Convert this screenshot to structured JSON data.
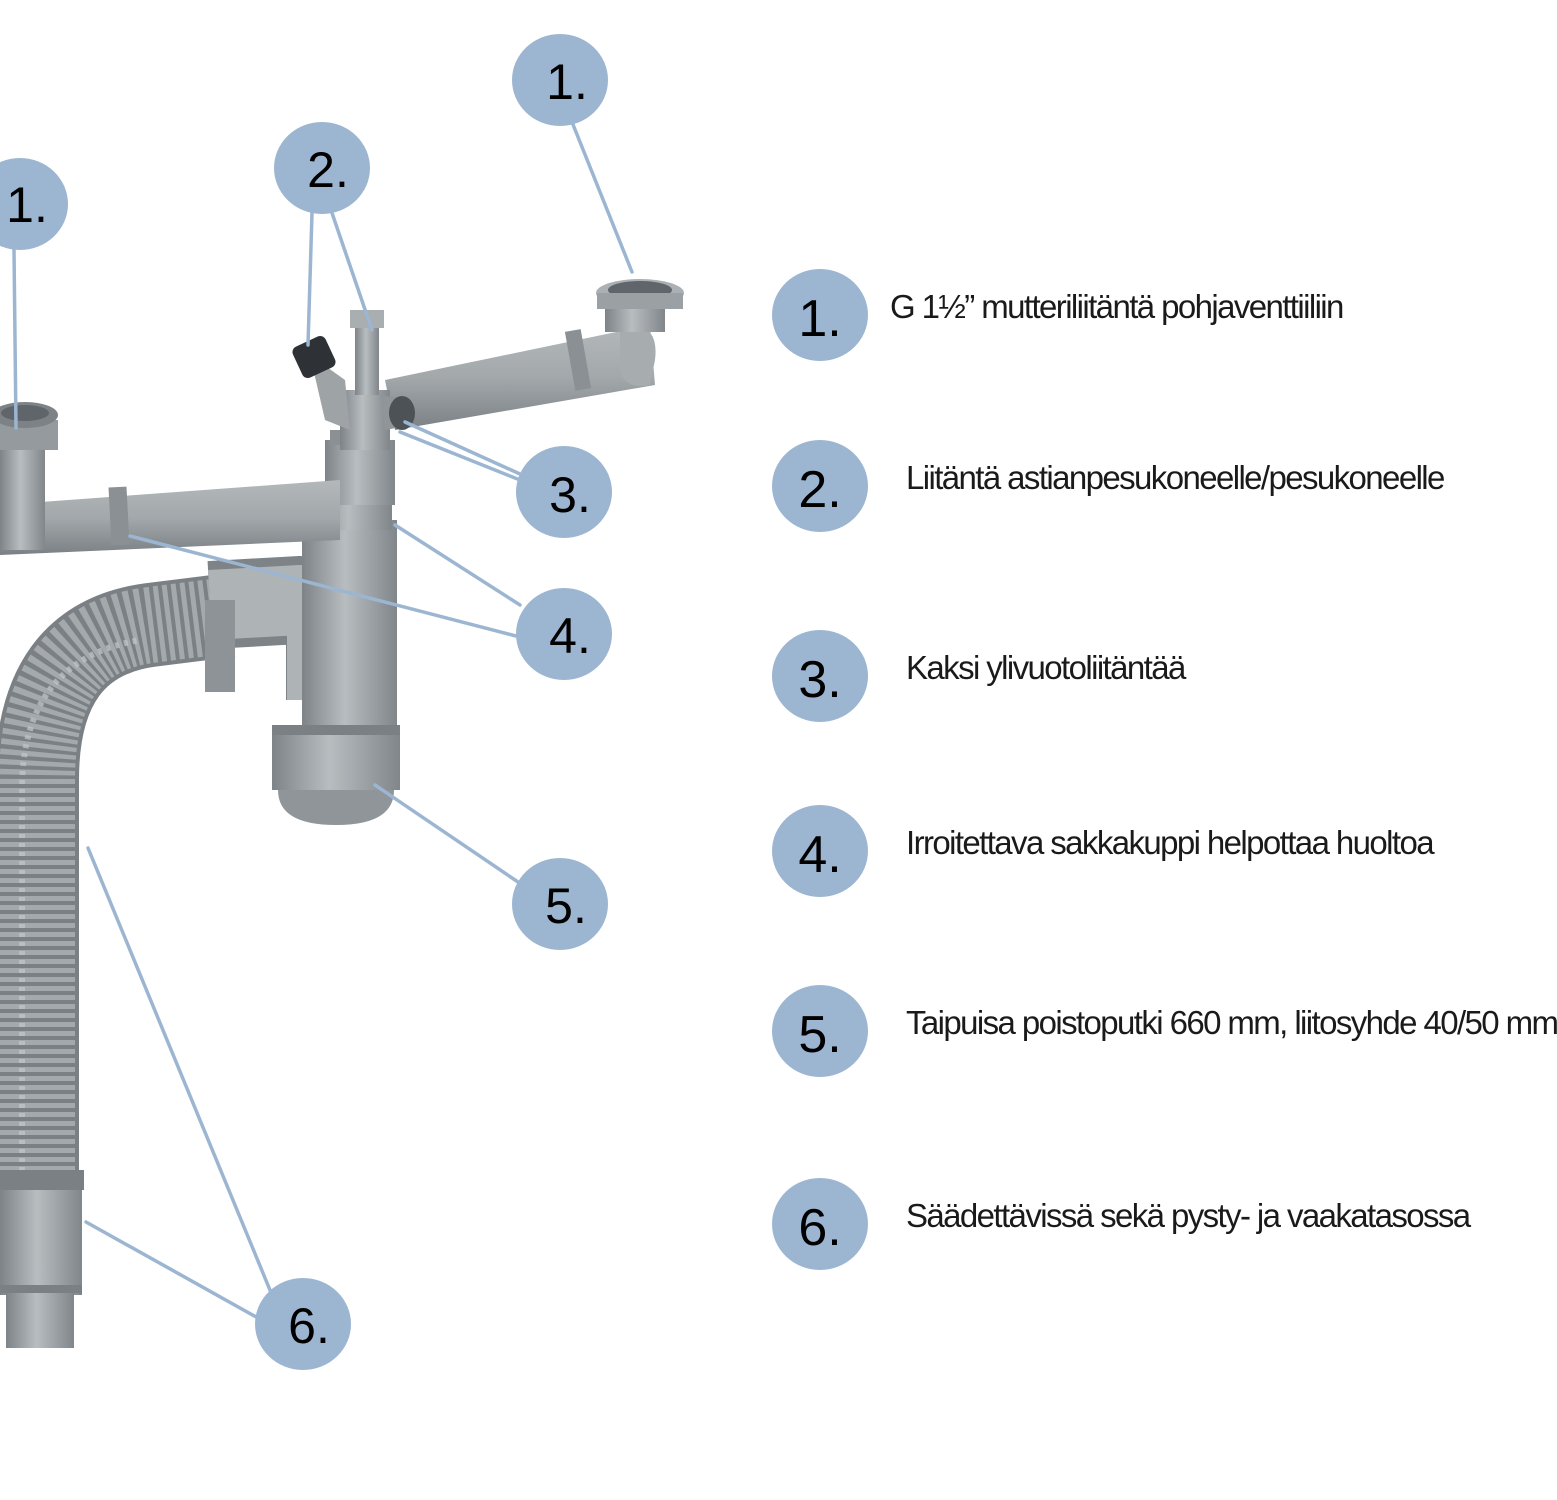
{
  "colors": {
    "badge": "#9cb6d2",
    "leader_line": "#9cb6d2",
    "pipe_fill": "#9aa0a4",
    "pipe_light": "#b8bdc0",
    "pipe_dark": "#6f757a",
    "hose_ring": "#7d8387",
    "text": "#1a1a1a"
  },
  "callouts": [
    {
      "label": "1."
    },
    {
      "label": "1."
    },
    {
      "label": "2."
    },
    {
      "label": "3."
    },
    {
      "label": "4."
    },
    {
      "label": "5."
    },
    {
      "label": "6."
    }
  ],
  "legend": [
    {
      "number": "1.",
      "text": "G 1½” mutteriliitäntä pohjaventtiiliin"
    },
    {
      "number": "2.",
      "text": "Liitäntä astianpesukoneelle/pesukoneelle"
    },
    {
      "number": "3.",
      "text": "Kaksi ylivuotoliitäntää"
    },
    {
      "number": "4.",
      "text": "Irroitettava sakkakuppi helpottaa huoltoa"
    },
    {
      "number": "5.",
      "text": "Taipuisa poistoputki 660 mm, liitosyhde 40/50 mm"
    },
    {
      "number": "6.",
      "text": "Säädettävissä sekä pysty- ja vaakatasossa"
    }
  ]
}
